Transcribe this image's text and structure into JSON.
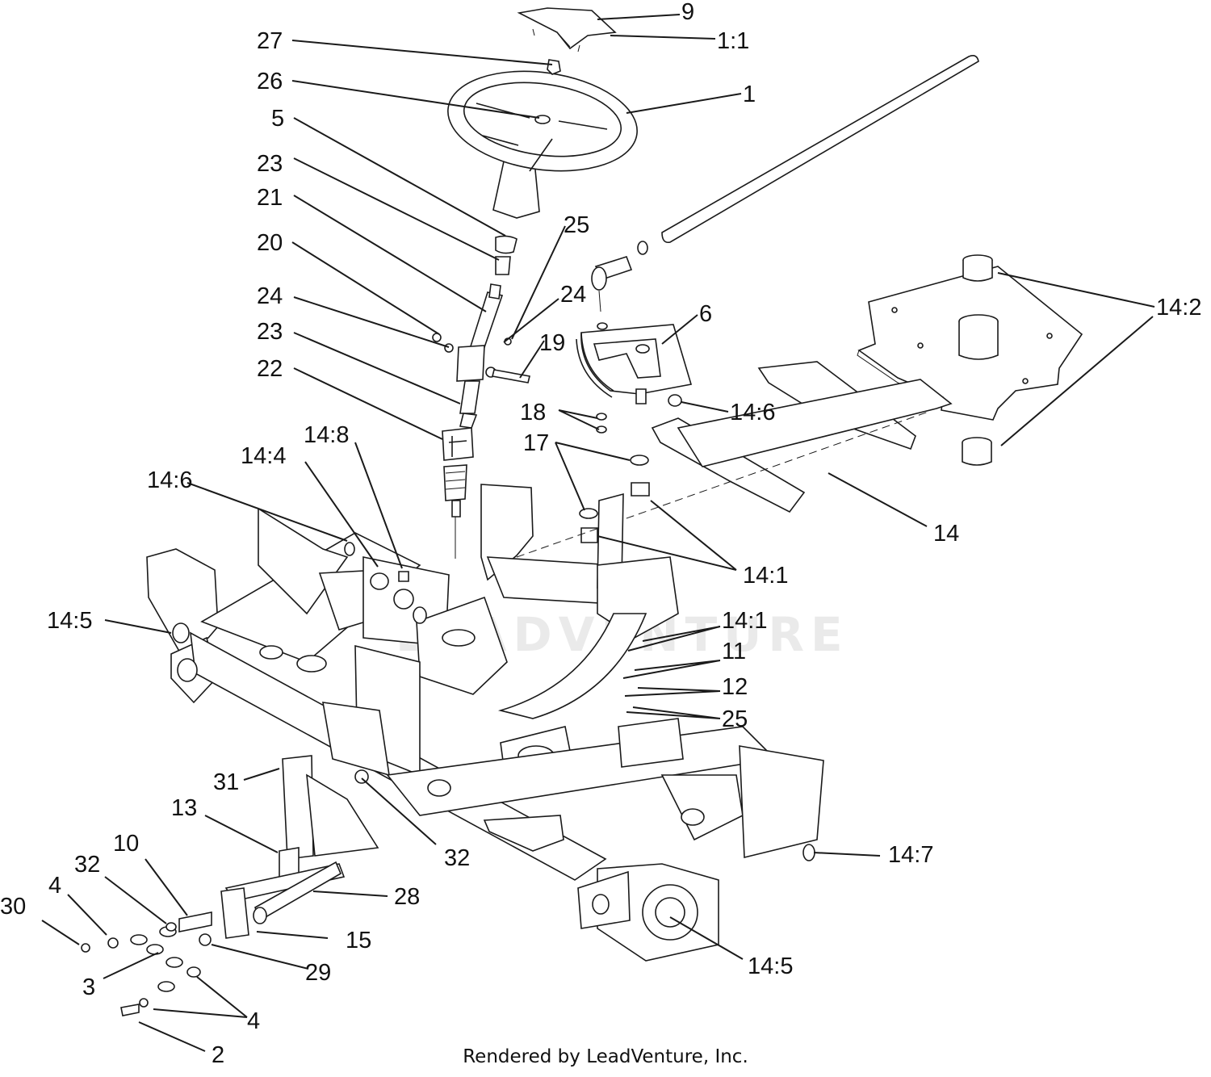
{
  "watermark": "LEADVENTURE",
  "credit": "Rendered by LeadVenture, Inc.",
  "callouts": [
    "9",
    "1:1",
    "27",
    "26",
    "1",
    "5",
    "23",
    "25",
    "21",
    "20",
    "24",
    "24",
    "6",
    "14:2",
    "23",
    "19",
    "22",
    "18",
    "14:6",
    "17",
    "14:8",
    "14:4",
    "14",
    "14:6",
    "14:1",
    "14:5",
    "14:1",
    "11",
    "12",
    "25",
    "31",
    "13",
    "32",
    "10",
    "28",
    "32",
    "30",
    "4",
    "15",
    "14:7",
    "29",
    "14:5",
    "3",
    "4",
    "2"
  ]
}
